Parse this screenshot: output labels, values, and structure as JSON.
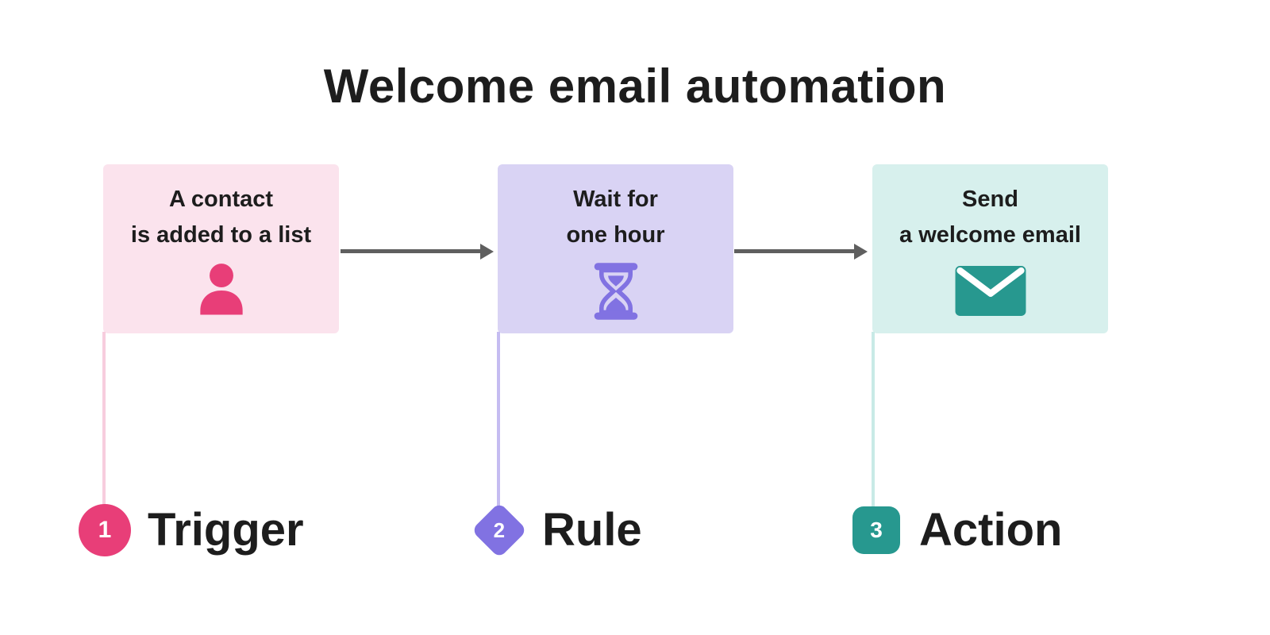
{
  "title": "Welcome email automation",
  "text_color": "#1d1d1d",
  "arrow_color": "#5f5f5f",
  "steps": [
    {
      "id": "trigger",
      "box_text": "A contact\nis added to a list",
      "icon": "person-icon",
      "box_bg": "#fbe3ed",
      "accent": "#e83e78",
      "connector_color": "#f7cdde",
      "badge": {
        "number": "1",
        "label": "Trigger",
        "shape": "circle"
      }
    },
    {
      "id": "rule",
      "box_text": "Wait for\none hour",
      "icon": "hourglass-icon",
      "box_bg": "#d9d3f4",
      "accent": "#8172e2",
      "connector_color": "#c5bcf1",
      "badge": {
        "number": "2",
        "label": "Rule",
        "shape": "diamond"
      }
    },
    {
      "id": "action",
      "box_text": "Send\na welcome email",
      "icon": "envelope-icon",
      "box_bg": "#d7f0ed",
      "accent": "#27988f",
      "connector_color": "#c8eae6",
      "badge": {
        "number": "3",
        "label": "Action",
        "shape": "rounded-square"
      }
    }
  ]
}
